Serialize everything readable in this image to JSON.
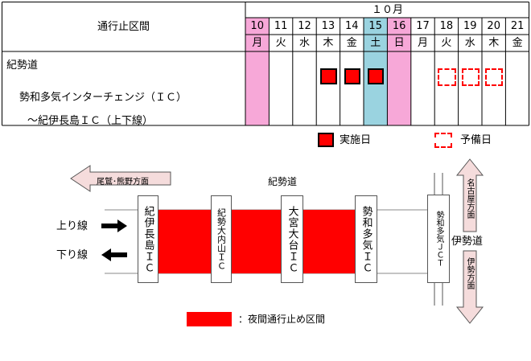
{
  "schedule": {
    "header_label": "通行止区間",
    "month": "１０月",
    "days": [
      {
        "date": "10",
        "weekday": "月",
        "color": "#f7a8d8"
      },
      {
        "date": "11",
        "weekday": "火",
        "color": ""
      },
      {
        "date": "12",
        "weekday": "水",
        "color": ""
      },
      {
        "date": "13",
        "weekday": "木",
        "color": ""
      },
      {
        "date": "14",
        "weekday": "金",
        "color": ""
      },
      {
        "date": "15",
        "weekday": "土",
        "color": "#9ad3e0"
      },
      {
        "date": "16",
        "weekday": "日",
        "color": "#f7a8d8"
      },
      {
        "date": "17",
        "weekday": "月",
        "color": ""
      },
      {
        "date": "18",
        "weekday": "火",
        "color": ""
      },
      {
        "date": "19",
        "weekday": "水",
        "color": ""
      },
      {
        "date": "20",
        "weekday": "木",
        "color": ""
      },
      {
        "date": "21",
        "weekday": "金",
        "color": ""
      }
    ],
    "route_name": "紀勢道",
    "route_from": "勢和多気インターチェンジ（ＩＣ）",
    "route_to": "～紀伊長島ＩＣ（上下線）",
    "implementation_days": [
      "13",
      "14",
      "15"
    ],
    "reserve_days": [
      "18",
      "19",
      "20"
    ],
    "legend_implementation": "実施日",
    "legend_reserve": "予備日",
    "implementation_color": "#ff0000",
    "reserve_color": "#ff0000"
  },
  "diagram": {
    "road_name": "紀勢道",
    "direction_west": "尾鷲･熊野方面",
    "direction_north": "名古屋方面",
    "direction_south": "伊勢方面",
    "ise_road": "伊勢道",
    "lane_up": "上り線",
    "lane_down": "下り線",
    "interchanges": [
      {
        "name": "紀伊長島ＩＣ"
      },
      {
        "name": "紀勢大内山ＩＣ"
      },
      {
        "name": "大宮大台ＩＣ"
      },
      {
        "name": "勢和多気ＩＣ"
      },
      {
        "name": "勢和多気ＪＣＴ"
      }
    ],
    "legend_label": "：夜間通行止め区間",
    "closure_color": "#ff0000",
    "arrow_fill": "#f5dcdc"
  }
}
